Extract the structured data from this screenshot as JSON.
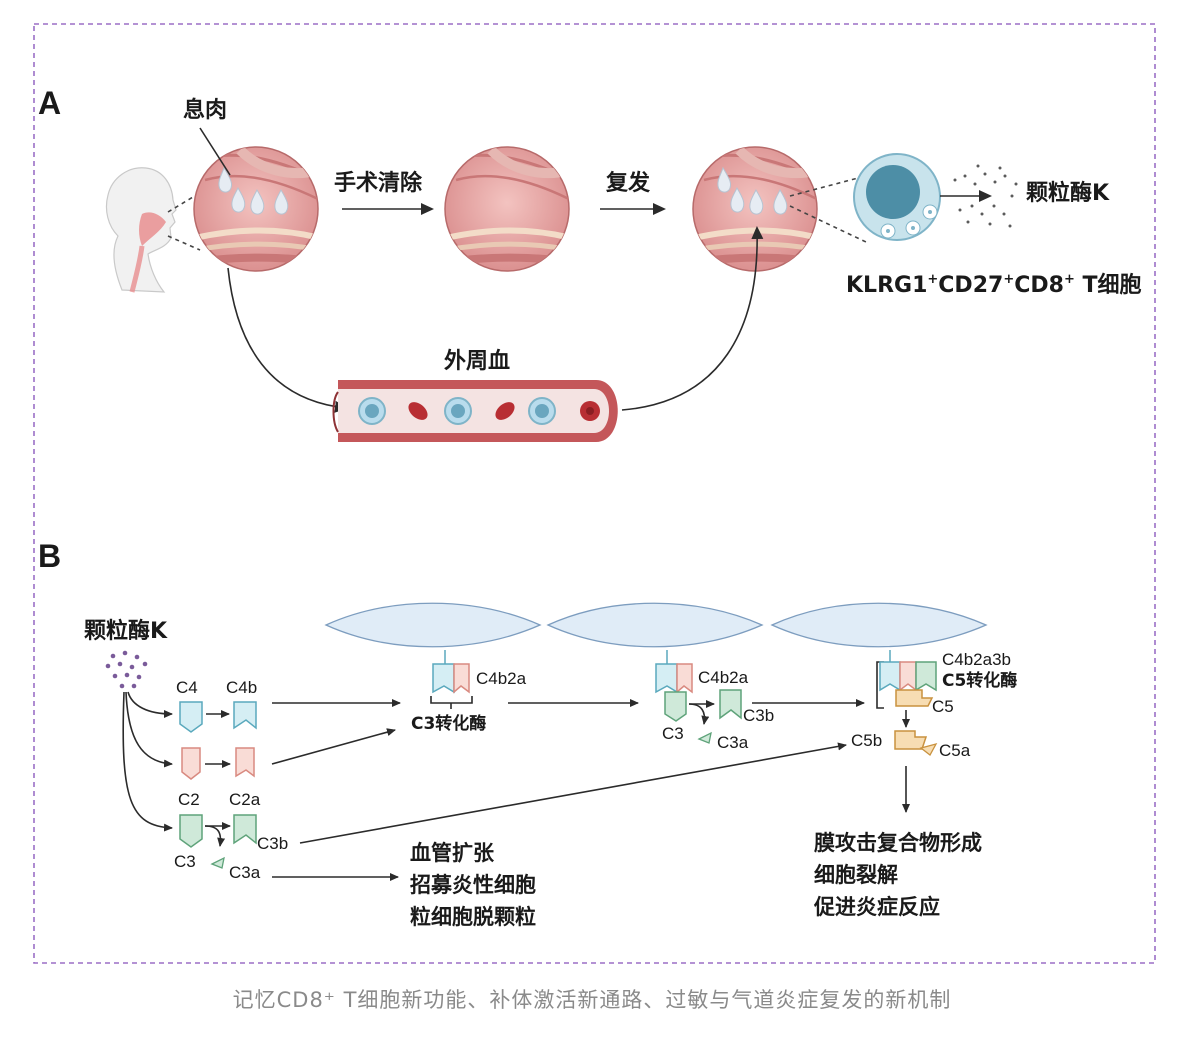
{
  "panel_a": {
    "letter": "A",
    "polyp_label": "息肉",
    "surgery_label": "手术清除",
    "relapse_label": "复发",
    "granzyme_label": "颗粒酶K",
    "cell_label_main": "KLRG1",
    "cell_sup_1": "+",
    "cell_label_cd27": "CD27",
    "cell_sup_2": "+",
    "cell_label_cd8": "CD8",
    "cell_sup_3": "+",
    "cell_label_t": " T细胞",
    "blood_label": "外周血"
  },
  "panel_b": {
    "letter": "B",
    "granzyme_label": "颗粒酶K",
    "c4": "C4",
    "c4b": "C4b",
    "c2": "C2",
    "c2a": "C2a",
    "c3": "C3",
    "c3b": "C3b",
    "c3a": "C3a",
    "c4b2a_1": "C4b2a",
    "c3_convertase": "C3转化酶",
    "c4b2a_2": "C4b2a",
    "c3b_2": "C3b",
    "c3_2": "C3",
    "c3a_2": "C3a",
    "c4b2a3b": "C4b2a3b",
    "c5_convertase": "C5转化酶",
    "c5": "C5",
    "c5b": "C5b",
    "c5a": "C5a",
    "effects_1": [
      "血管扩张",
      "招募炎性细胞",
      "粒细胞脱颗粒"
    ],
    "effects_2": [
      "膜攻击复合物形成",
      "细胞裂解",
      "促进炎症反应"
    ]
  },
  "caption": "记忆CD8⁺ T细胞新功能、补体激活新通路、过敏与气道炎症复发的新机制",
  "colors": {
    "frame": "#9b6fc6",
    "c4_fill": "#d5eef4",
    "c4_stroke": "#5aa9bd",
    "c2_fill": "#f9dcd6",
    "c2_stroke": "#d98a80",
    "c3_fill": "#cfe9d9",
    "c3_stroke": "#5fa37a",
    "c5_fill": "#f7ddb3",
    "c5_stroke": "#c9923f",
    "membrane_fill": "#e0ecf7",
    "membrane_stroke": "#7d9dbf",
    "vessel": "#b8474b",
    "tissue": "#e7a9a9"
  }
}
